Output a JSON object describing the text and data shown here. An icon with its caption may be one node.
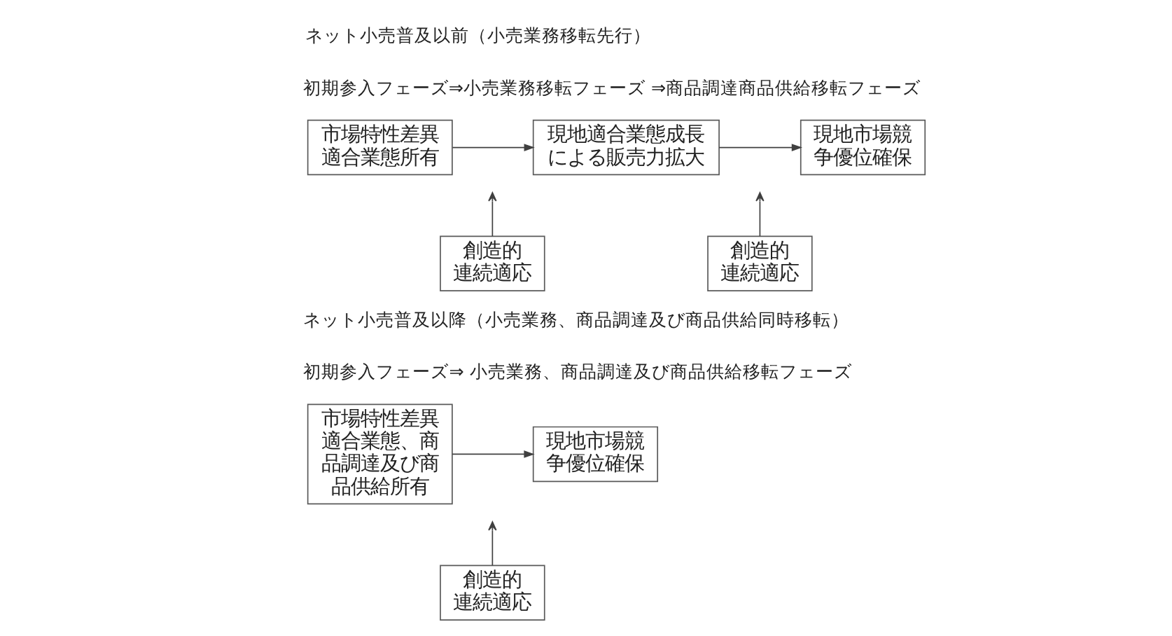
{
  "diagram": {
    "nodes": [
      {
        "text": [
          "市場特性差異適合業態所有"
        ]
      },
      {
        "text": [
          "現地適合業態成長による販売力拡大"
        ]
      },
      {
        "text": [
          "現地市場競争優位確保"
        ]
      },
      {
        "text": [
          "創造的連続適応"
        ]
      },
      {
        "text": [
          "創造的連続適応"
        ]
      },
      {
        "text": [
          "市場特性差異適合業態、商品調達及び商品供給所有"
        ]
      },
      {
        "text": [
          "現地市場競争優位確保"
        ]
      },
      {
        "text": [
          "創造的連続適応"
        ]
      }
    ],
    "edges": [
      {
        "from": 0,
        "to": 1,
        "arrow": "to"
      },
      {
        "from": 1,
        "to": 2,
        "arrow": "to"
      },
      {
        "from": 3,
        "to": null,
        "arrow": "to"
      },
      {
        "from": 4,
        "to": null,
        "arrow": "to"
      },
      {
        "from": 5,
        "to": 6,
        "arrow": "to"
      },
      {
        "from": 7,
        "to": null,
        "arrow": "to"
      }
    ],
    "labels": [
      "ネット小売普及以前（小売業務移転先行）",
      "初期参入フェーズ⇒小売業務移転フェーズ ⇒商品調達商品供給移転フェーズ",
      "ネット小売普及以降（小売業務、商品調達及び商品供給同時移転）",
      "初期参入フェーズ⇒ 小売業務、商品調達及び商品供給移転フェーズ"
    ]
  }
}
